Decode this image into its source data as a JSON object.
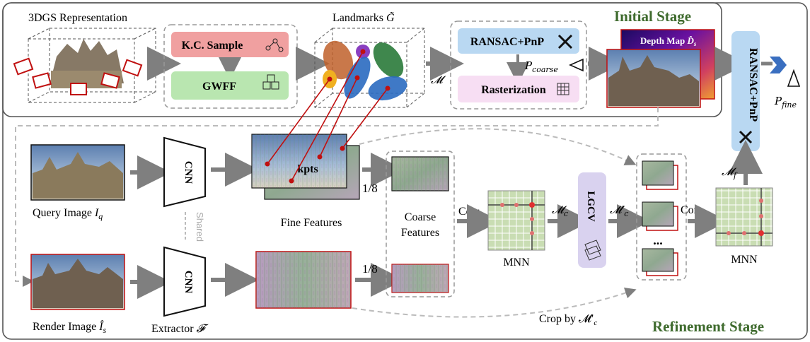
{
  "initial_stage": {
    "title": "Initial Stage",
    "representation_label": "3DGS Representation",
    "kc_sample": "K.C. Sample",
    "gwff": "GWFF",
    "landmarks_label": "Landmarks",
    "landmarks_symbol": "G̃",
    "m_symbol": "𝓜",
    "ransac_pnp": "RANSAC+PnP",
    "p_coarse_base": "P",
    "p_coarse_sub": "coarse",
    "rasterization": "Rasterization",
    "depth_map": "Depth Map",
    "depth_symbol": "D̂",
    "depth_sub": "s"
  },
  "refinement_stage": {
    "title": "Refinement Stage",
    "query_image_label": "Query Image",
    "query_symbol": "I",
    "query_sub": "q",
    "render_image_label": "Render Image",
    "render_symbol": "Î",
    "render_sub": "s",
    "cnn": "CNN",
    "shared": "Shared",
    "extractor_label": "Extractor",
    "extractor_symbol": "𝓕",
    "kpts": "kpts",
    "fine_features": "Fine Features",
    "scale_top": "1/8",
    "scale_bottom": "1/8",
    "coarse_features_line1": "Coarse",
    "coarse_features_line2": "Features",
    "corr_left": "Corr.",
    "corr_right": "Corr.",
    "mnn_left": "MNN",
    "mnn_right": "MNN",
    "m_c": "𝓜",
    "m_c_sub": "c",
    "lgcv": "LGCV",
    "m_prime_c": "𝓜′",
    "m_prime_c_sub": "c",
    "ellipsis": "...",
    "m_f": "𝓜",
    "m_f_sub": "f",
    "crop_by": "Crop by 𝓜′",
    "crop_by_sub": "c",
    "ransac_pnp_vertical": "RANSAC+PnP",
    "p_fine_base": "P",
    "p_fine_sub": "fine"
  },
  "colors": {
    "kc_sample_fill": "#f0a0a0",
    "gwff_fill": "#b9e6b0",
    "ransac_fill": "#b9d8f2",
    "raster_fill": "#f7def3",
    "lgcv_fill": "#d9d2ef",
    "stage_title": "#3f6b2e",
    "arrow": "#7f7f7f",
    "match_line": "#c01010",
    "mnn_grid": "#b5d0a0"
  }
}
